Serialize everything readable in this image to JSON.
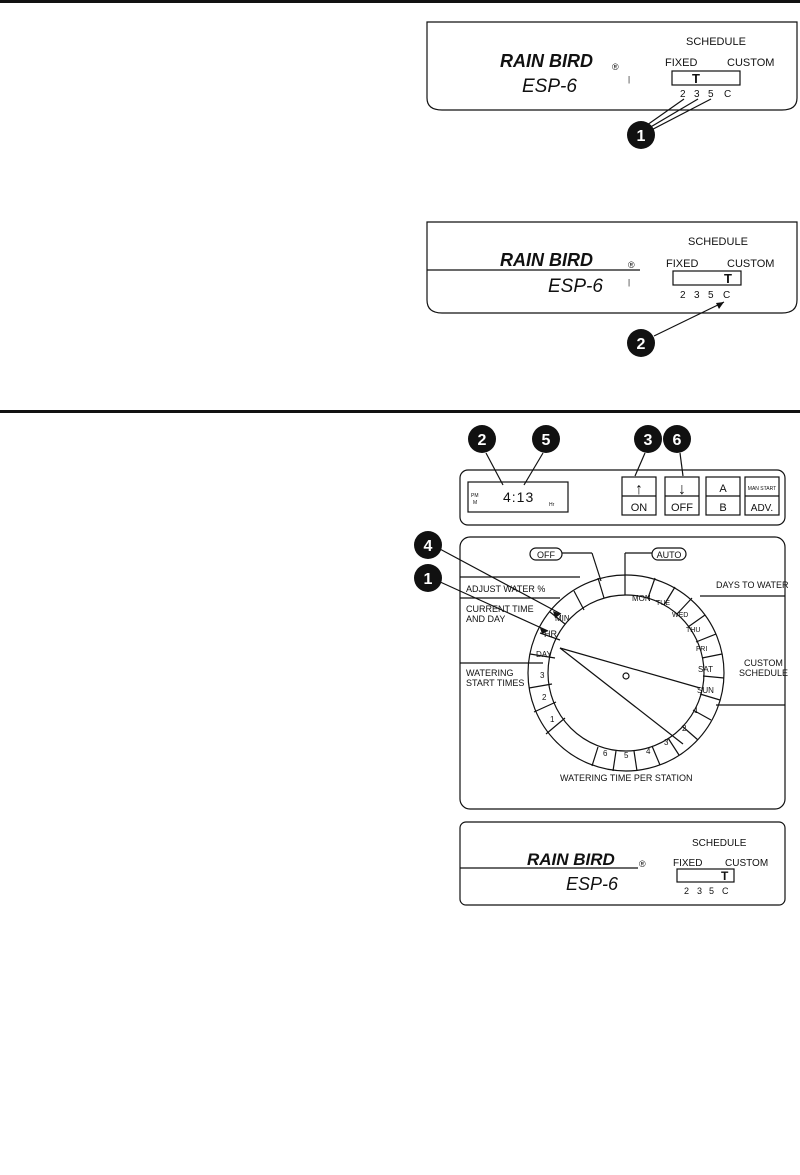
{
  "panel1": {
    "brand": "RAIN BIRD",
    "brand_mark": "®",
    "model": "ESP-6",
    "schedule_label": "SCHEDULE",
    "fixed_label": "FIXED",
    "custom_label": "CUSTOM",
    "switch_glyph": "T",
    "positions": [
      "2",
      "3",
      "5",
      "C"
    ],
    "callout": "1"
  },
  "panel2": {
    "brand": "RAIN BIRD",
    "brand_mark": "®",
    "model": "ESP-6",
    "schedule_label": "SCHEDULE",
    "fixed_label": "FIXED",
    "custom_label": "CUSTOM",
    "switch_glyph": "T",
    "positions": [
      "2",
      "3",
      "5",
      "C"
    ],
    "callout": "2"
  },
  "display": {
    "readout": "4:13",
    "indicator_left_top": "PM",
    "indicator_left_bottom": "M",
    "indicator_right": "Hr",
    "callouts": [
      "2",
      "5",
      "3",
      "6"
    ],
    "buttons": [
      {
        "top": "↑",
        "bottom": "ON"
      },
      {
        "top": "↓",
        "bottom": "OFF"
      },
      {
        "top": "A",
        "bottom": "B"
      },
      {
        "top": "MAN START",
        "bottom": "ADV."
      }
    ]
  },
  "dial": {
    "off_label": "OFF",
    "auto_label": "AUTO",
    "adjust_water": "ADJUST WATER %",
    "current_time": "CURRENT TIME",
    "and_day": "AND DAY",
    "min": "MIN",
    "hr": "HR",
    "day": "DAY",
    "watering": "WATERING",
    "start_times": "START TIMES",
    "start_segments": [
      "3",
      "2",
      "1"
    ],
    "days_to_water": "DAYS TO WATER",
    "days": [
      "MON",
      "TUE",
      "WED",
      "THU",
      "FRI",
      "SAT",
      "SUN"
    ],
    "custom": "CUSTOM",
    "schedule": "SCHEDULE",
    "stations": [
      "1",
      "2",
      "3",
      "4",
      "5",
      "6"
    ],
    "watering_time": "WATERING TIME PER STATION",
    "callouts": [
      "4",
      "1"
    ]
  },
  "panel3": {
    "brand": "RAIN BIRD",
    "brand_mark": "®",
    "model": "ESP-6",
    "schedule_label": "SCHEDULE",
    "fixed_label": "FIXED",
    "custom_label": "CUSTOM",
    "switch_glyph": "T",
    "positions": [
      "2",
      "3",
      "5",
      "C"
    ]
  }
}
